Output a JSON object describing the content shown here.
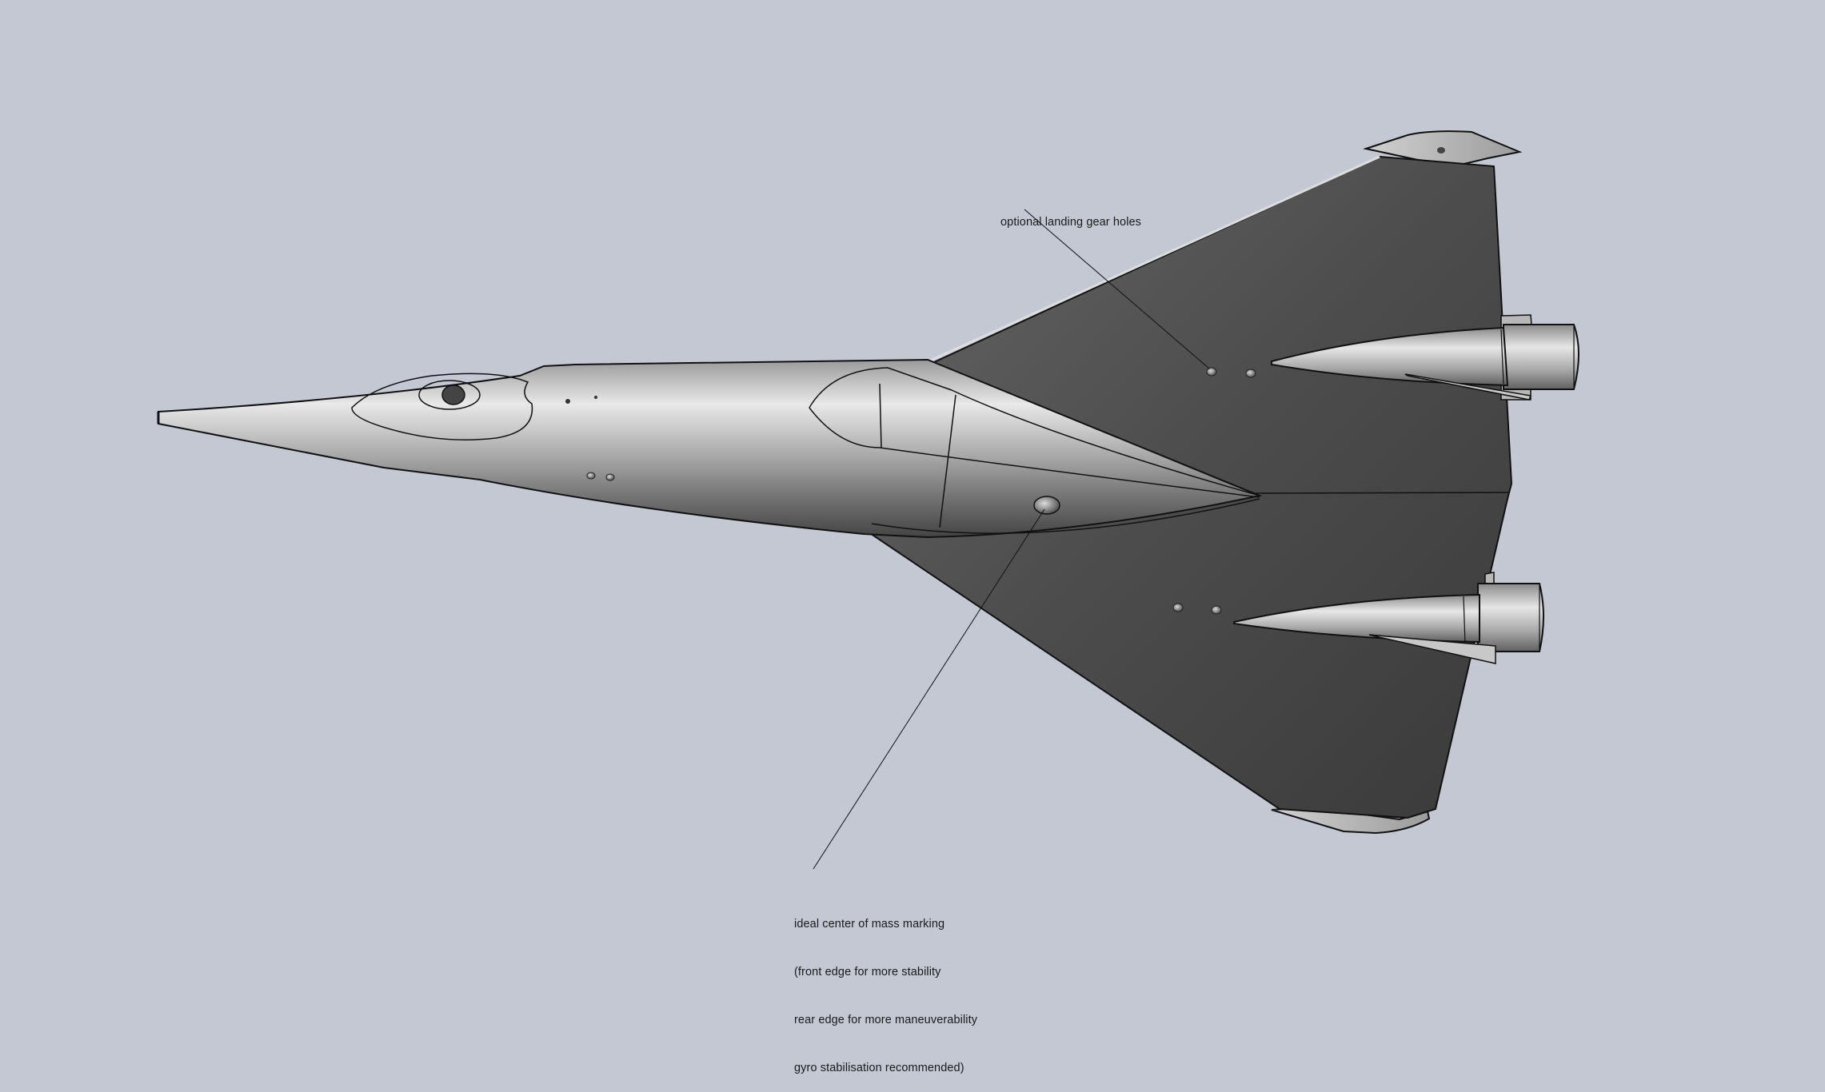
{
  "diagram": {
    "type": "CAD render",
    "subject": "delta-wing jet aircraft model (top view)",
    "background_color": "#c4c8d2",
    "fuselage_color": "#b0b0b0",
    "wing_color": "#4a4a4a",
    "line_color": "#000000"
  },
  "annotations": {
    "landing_gear": {
      "text": "optional landing gear holes"
    },
    "center_of_mass": {
      "lines": [
        "ideal center of mass marking",
        "(front edge for more stability",
        "rear edge for more maneuverability",
        "gyro stabilisation recommended)"
      ]
    }
  }
}
